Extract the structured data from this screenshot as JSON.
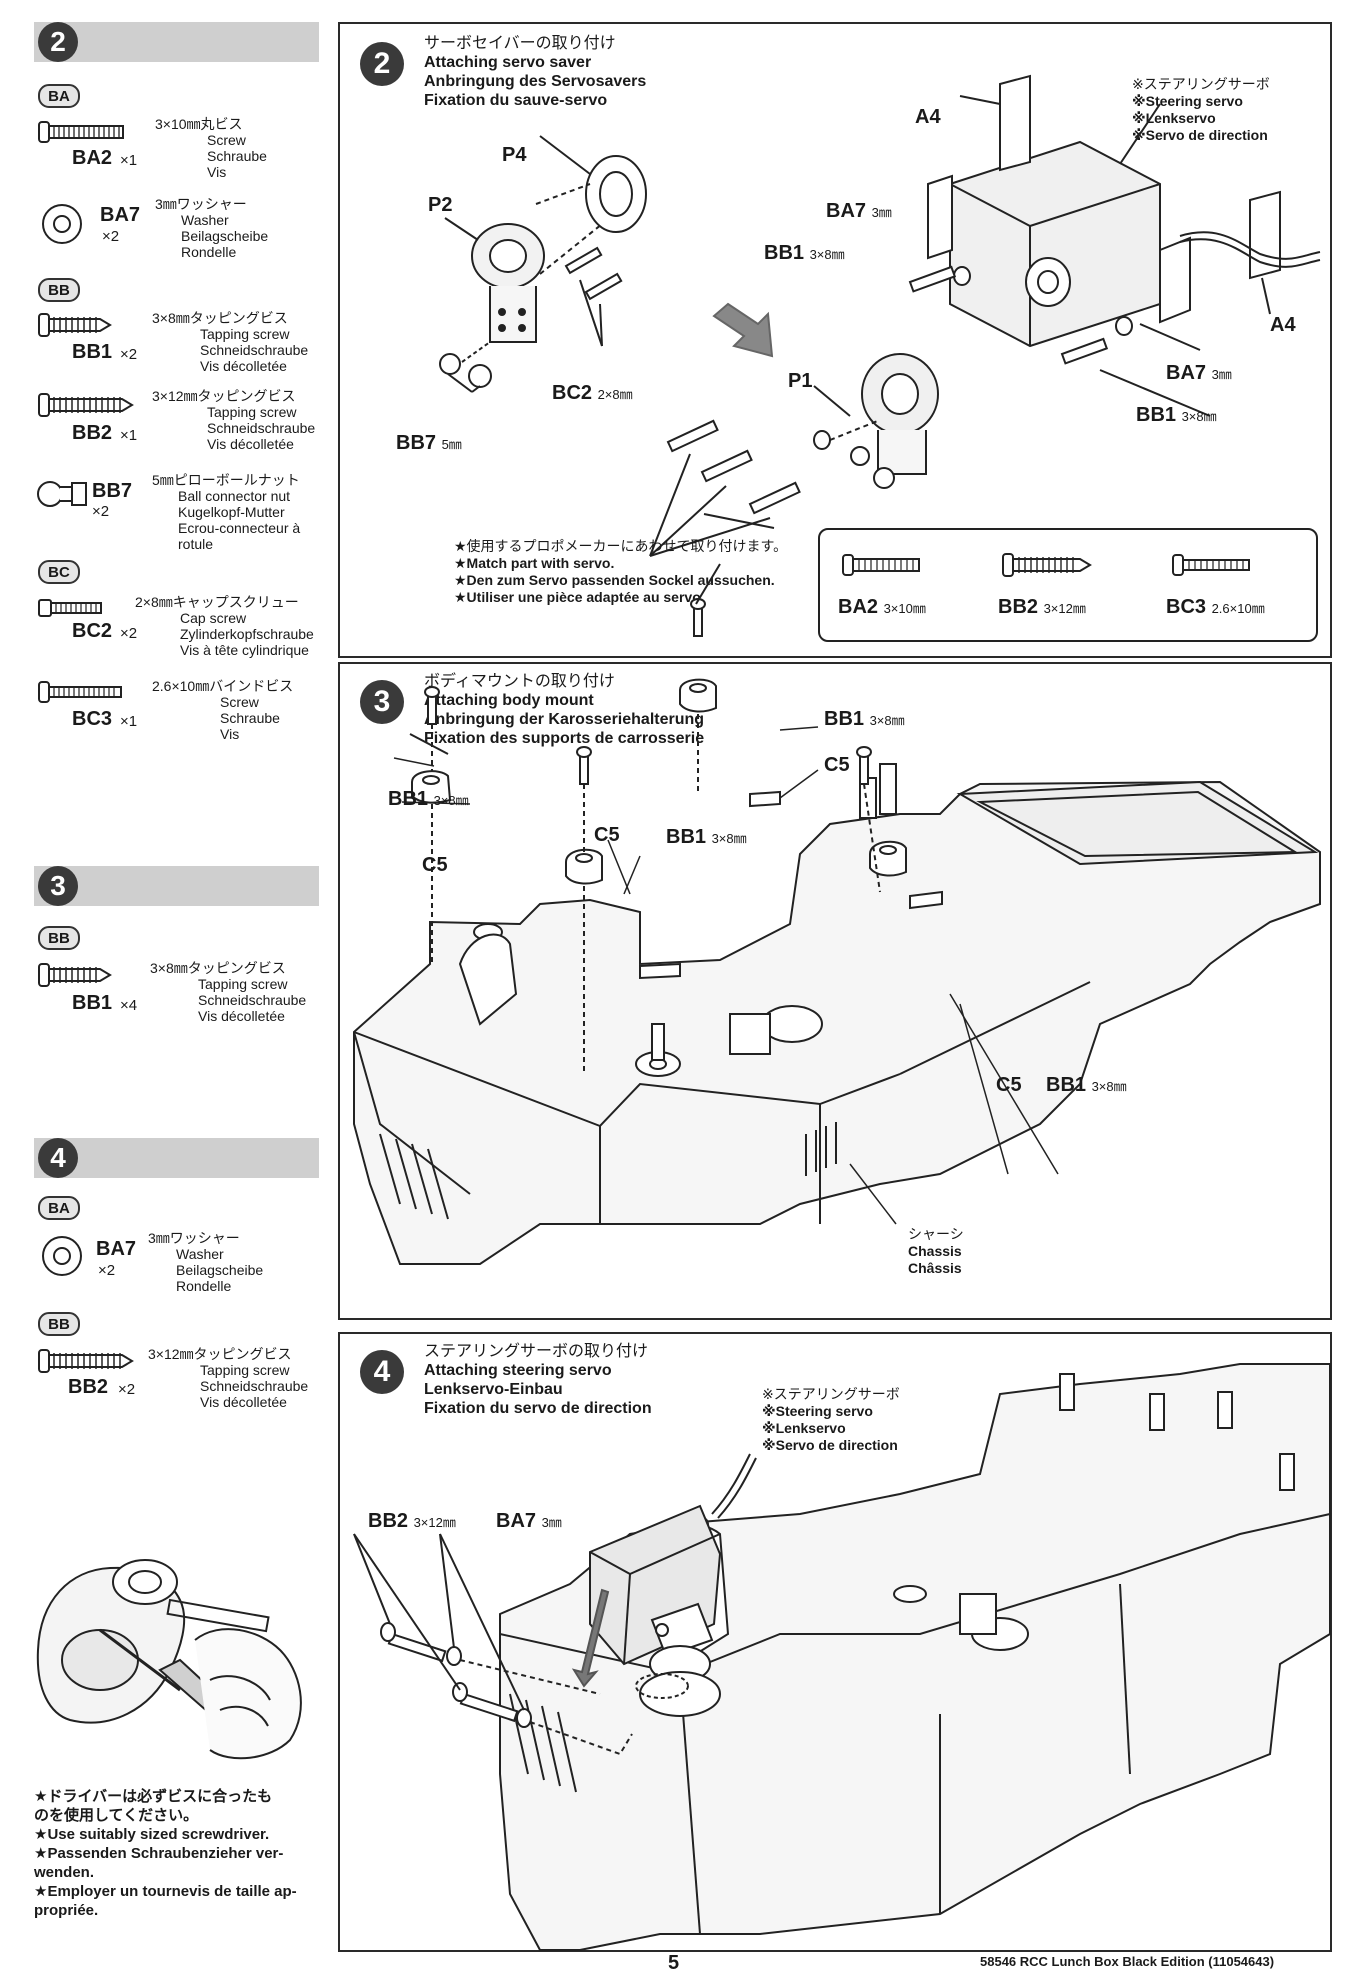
{
  "sidebar": {
    "step2": {
      "number": "2",
      "groups": [
        {
          "bag": "BA",
          "parts": [
            {
              "code": "BA2",
              "qty": "×1",
              "lines": [
                "3×10㎜丸ビス",
                "Screw",
                "Schraube",
                "Vis"
              ]
            },
            {
              "code": "BA7",
              "qty": "×2",
              "lines": [
                "3㎜ワッシャー",
                "Washer",
                "Beilagscheibe",
                "Rondelle"
              ]
            }
          ]
        },
        {
          "bag": "BB",
          "parts": [
            {
              "code": "BB1",
              "qty": "×2",
              "lines": [
                "3×8㎜タッピングビス",
                "Tapping screw",
                "Schneidschraube",
                "Vis décolletée"
              ]
            },
            {
              "code": "BB2",
              "qty": "×1",
              "lines": [
                "3×12㎜タッピングビス",
                "Tapping screw",
                "Schneidschraube",
                "Vis décolletée"
              ]
            },
            {
              "code": "BB7",
              "qty": "×2",
              "lines": [
                "5㎜ピローボールナット",
                "Ball connector nut",
                "Kugelkopf-Mutter",
                "Ecrou-connecteur à",
                "rotule"
              ]
            }
          ]
        },
        {
          "bag": "BC",
          "parts": [
            {
              "code": "BC2",
              "qty": "×2",
              "lines": [
                "2×8㎜キャップスクリュー",
                "Cap screw",
                "Zylinderkopfschraube",
                "Vis à tête cylindrique"
              ]
            },
            {
              "code": "BC3",
              "qty": "×1",
              "lines": [
                "2.6×10㎜バインドビス",
                "Screw",
                "Schraube",
                "Vis"
              ]
            }
          ]
        }
      ]
    },
    "step3": {
      "number": "3",
      "bag": "BB",
      "part": {
        "code": "BB1",
        "qty": "×4",
        "lines": [
          "3×8㎜タッピングビス",
          "Tapping screw",
          "Schneidschraube",
          "Vis décolletée"
        ]
      }
    },
    "step4": {
      "number": "4",
      "bag1": "BA",
      "part1": {
        "code": "BA7",
        "qty": "×2",
        "lines": [
          "3㎜ワッシャー",
          "Washer",
          "Beilagscheibe",
          "Rondelle"
        ]
      },
      "bag2": "BB",
      "part2": {
        "code": "BB2",
        "qty": "×2",
        "lines": [
          "3×12㎜タッピングビス",
          "Tapping screw",
          "Schneidschraube",
          "Vis décolletée"
        ]
      }
    },
    "tip": [
      "★ドライバーは必ずビスに合ったも",
      "のを使用してください。",
      "★Use suitably sized screwdriver.",
      "★Passenden Schraubenzieher ver-",
      "wenden.",
      "★Employer un tournevis de taille ap-",
      "propriée."
    ]
  },
  "panel2": {
    "number": "2",
    "title": [
      "サーボセイバーの取り付け",
      "Attaching servo saver",
      "Anbringung des Servosavers",
      "Fixation du sauve-servo"
    ],
    "servo_note": [
      "※ステアリングサーボ",
      "※Steering servo",
      "※Lenkservo",
      "※Servo de direction"
    ],
    "labels": {
      "A4a": "A4",
      "A4b": "A4",
      "P4": "P4",
      "P2": "P2",
      "P1": "P1",
      "BA7a": "BA7",
      "BA7a_size": "3㎜",
      "BB1a": "BB1",
      "BB1a_size": "3×8㎜",
      "BA7b": "BA7",
      "BA7b_size": "3㎜",
      "BB1b": "BB1",
      "BB1b_size": "3×8㎜",
      "BC2": "BC2",
      "BC2_size": "2×8㎜",
      "BB7": "BB7",
      "BB7_size": "5㎜"
    },
    "match_note": [
      "★使用するプロポメーカーにあわせて取り付けます。",
      "★Match part with servo.",
      "★Den zum Servo passenden Sockel aussuchen.",
      "★Utiliser une pièce adaptée au servo."
    ],
    "options": [
      {
        "code": "BA2",
        "size": "3×10㎜"
      },
      {
        "code": "BB2",
        "size": "3×12㎜"
      },
      {
        "code": "BC3",
        "size": "2.6×10㎜"
      }
    ]
  },
  "panel3": {
    "number": "3",
    "title": [
      "ボディマウントの取り付け",
      "Attaching body mount",
      "Anbringung der Karosseriehalterung",
      "Fixation des supports de carrosserie"
    ],
    "labels": {
      "BB1_top": "BB1",
      "BB1_top_size": "3×8㎜",
      "C5_top": "C5",
      "BB1_left": "BB1",
      "BB1_left_size": "3×8㎜",
      "C5_left": "C5",
      "C5_mid": "C5",
      "BB1_mid": "BB1",
      "BB1_mid_size": "3×8㎜",
      "C5_right": "C5",
      "BB1_right": "BB1",
      "BB1_right_size": "3×8㎜"
    },
    "chassis": [
      "シャーシ",
      "Chassis",
      "Châssis"
    ]
  },
  "panel4": {
    "number": "4",
    "title": [
      "ステアリングサーボの取り付け",
      "Attaching steering servo",
      "Lenkservo-Einbau",
      "Fixation du servo de direction"
    ],
    "servo_note": [
      "※ステアリングサーボ",
      "※Steering servo",
      "※Lenkservo",
      "※Servo de direction"
    ],
    "labels": {
      "BB2": "BB2",
      "BB2_size": "3×12㎜",
      "BA7": "BA7",
      "BA7_size": "3㎜"
    }
  },
  "footer": {
    "page": "5",
    "product": "58546  RCC Lunch Box Black Edition (11054643)"
  }
}
